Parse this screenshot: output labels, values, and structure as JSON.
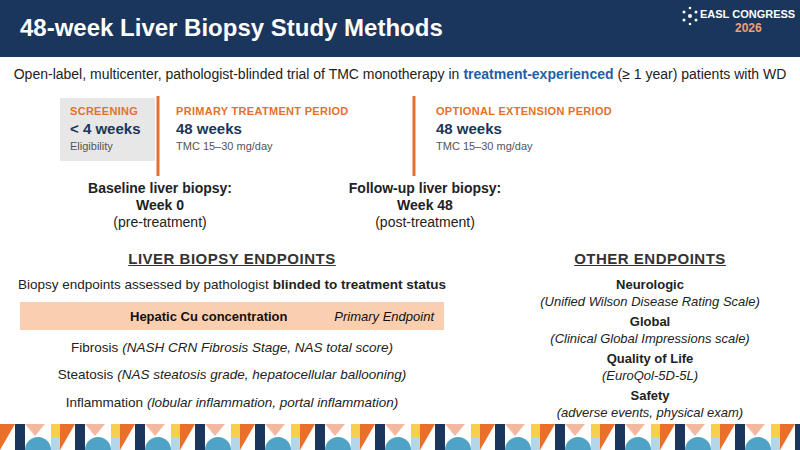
{
  "diagram": {
    "title": "48-week Liver Biopsy Study Methods",
    "nodes": [
      {
        "text": [
          "SCREENING",
          "< 4 weeks",
          "Eligibility"
        ]
      },
      {
        "text": [
          "PRIMARY TREATMENT PERIOD",
          "48 weeks",
          "TMC 15–30 mg/day"
        ]
      },
      {
        "text": [
          "OPTIONAL EXTENSION PERIOD",
          "48 weeks",
          "TMC 15–30 mg/day"
        ]
      },
      {
        "text": [
          "Hepatic Cu concentration",
          "Primary Endpoint"
        ]
      }
    ],
    "labels": [
      "EASL CONGRESS",
      "2026",
      "Open-label, multicenter, pathologist-blinded trial of TMC monotherapy in",
      "treatment-experienced",
      "(≥ 1 year) patients with WD",
      "Baseline liver biopsy:",
      "Week 0",
      "(pre-treatment)",
      "Follow-up liver biopsy:",
      "Week 48",
      "(post-treatment)",
      "LIVER BIOPSY ENDPOINTS",
      "Biopsy endpoints assessed by pathologist",
      "blinded to treatment status",
      "Fibrosis",
      "(NASH CRN Fibrosis Stage, NAS total score)",
      "Steatosis",
      "(NAS steatosis grade, hepatocellular ballooning)",
      "Inflammation",
      "(lobular inflammation, portal inflammation)",
      "OTHER ENDPOINTS",
      "Neurologic",
      "(Unified Wilson Disease Rating Scale)",
      "Global",
      "(Clinical Global Impressions scale)",
      "Quality of Life",
      "(EuroQol-5D-5L)",
      "Safety",
      "(adverse events, physical exam)"
    ]
  }
}
